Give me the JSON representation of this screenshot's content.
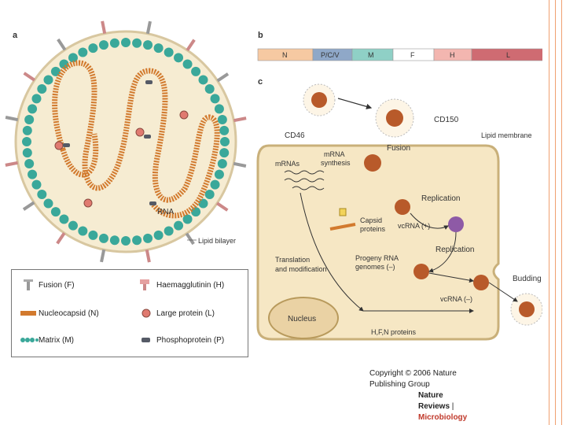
{
  "panels": {
    "a": "a",
    "b": "b",
    "c": "c"
  },
  "panel_a": {
    "rna_label": "RNA",
    "lipid_label": "Lipid bilayer"
  },
  "genome_segments": [
    "N",
    "P/C/V",
    "M",
    "F",
    "H",
    "L"
  ],
  "legend": {
    "fusion": "Fusion (F)",
    "haemagglutinin": "Haemagglutinin (H)",
    "nucleocapsid": "Nucleocapsid (N)",
    "large_protein": "Large protein (L)",
    "matrix": "Matrix (M)",
    "phosphoprotein": "Phosphoprotein (P)"
  },
  "panel_c": {
    "cd46": "CD46",
    "cd150": "CD150",
    "lipid_membrane": "Lipid membrane",
    "fusion": "Fusion",
    "mrnas": "mRNAs",
    "mrna_synthesis_1": "mRNA",
    "mrna_synthesis_2": "synthesis",
    "replication_top": "Replication",
    "capsid_1": "Capsid",
    "capsid_2": "proteins",
    "vcrna_plus": "vcRNA (+)",
    "replication_mid": "Replication",
    "translation_1": "Translation",
    "translation_2": "and modification",
    "progeny_1": "Progeny RNA",
    "progeny_2": "genomes (–)",
    "budding": "Budding",
    "vcrna_minus": "vcRNA (–)",
    "nucleus": "Nucleus",
    "hfn": "H,F,N proteins"
  },
  "copyright": {
    "line1": "Copyright © 2006 Nature Publishing Group",
    "line2a": "Nature Reviews",
    "line2sep": " | ",
    "line2b": "Microbiology"
  },
  "colors": {
    "accent_frame": "#f0a070",
    "envelope": "#f6ecd2",
    "matrix": "#3aa89a",
    "nucleocapsid": "#d27a2e",
    "large_protein": "#e07a70",
    "phosphoprotein": "#555a66",
    "cell": "#f6e7c4"
  }
}
